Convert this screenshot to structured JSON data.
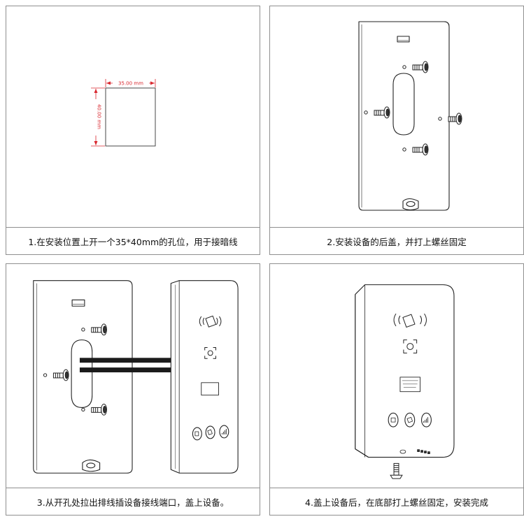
{
  "steps": [
    {
      "caption": "1.在安装位置上开一个35*40mm的孔位，用于接暗线",
      "width_label": "35.00 mm",
      "height_label": "40.00 mm"
    },
    {
      "caption": "2.安装设备的后盖，并打上螺丝固定"
    },
    {
      "caption": "3.从开孔处拉出排线插设备接线端口，盖上设备。"
    },
    {
      "caption": "4.盖上设备后，在底部打上螺丝固定，安装完成"
    }
  ],
  "colors": {
    "dimension": "#d9282f",
    "line": "#222222",
    "border": "#8f8f8f"
  },
  "icons": [
    "rfid-card-icon",
    "camera-icon",
    "qr-code-icon",
    "card-icon",
    "signal-4g-icon",
    "screw-icon"
  ]
}
